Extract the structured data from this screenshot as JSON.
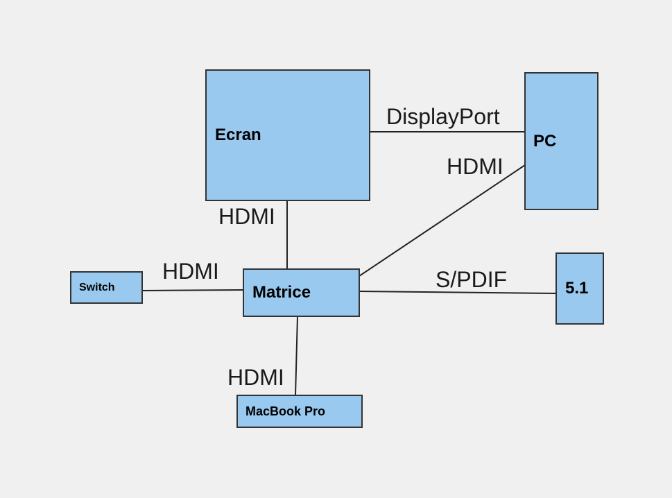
{
  "colors": {
    "background": "#f0f0f0",
    "node_fill": "#99c9ef",
    "node_border": "#333333",
    "edge": "#222222"
  },
  "nodes": {
    "ecran": "Ecran",
    "pc": "PC",
    "matrice": "Matrice",
    "switch": "Switch",
    "surround": "5.1",
    "macbook": "MacBook Pro"
  },
  "edges": {
    "ecran_pc": "DisplayPort",
    "pc_matrice": "HDMI",
    "ecran_matrice": "HDMI",
    "switch_matrice": "HDMI",
    "matrice_surround": "S/PDIF",
    "matrice_macbook": "HDMI"
  }
}
